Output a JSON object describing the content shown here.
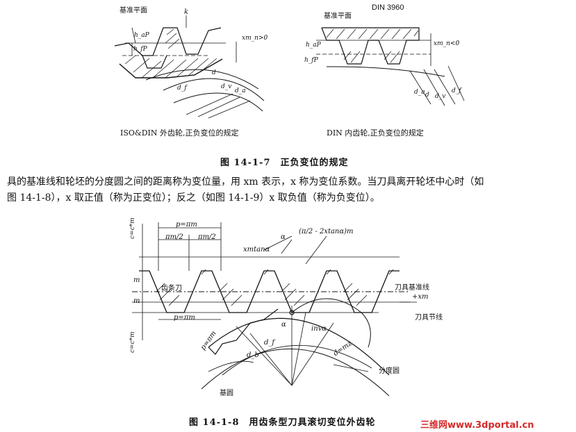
{
  "fig7": {
    "left": {
      "label_datum": "基准平面",
      "label_k": "k",
      "label_haP": "h_aP",
      "label_hfP": "h_fP",
      "label_xm": "xm_n>0",
      "label_d": "d",
      "label_df": "d_f",
      "label_dv": "d_v",
      "label_da": "d_a",
      "caption": "ISO&DIN 外齿轮,正负变位的规定"
    },
    "right": {
      "label_standard": "DIN 3960",
      "label_datum": "基准平面",
      "label_haP": "h_aP",
      "label_hfP": "h_fP",
      "label_xm": "xm_n<0",
      "label_da": "d_a",
      "label_d": "d",
      "label_dv": "d_v",
      "label_df": "d_f",
      "caption": "DIN 内齿轮,正负变位的规定"
    },
    "title": "图 14-1-7　正负变位的规定"
  },
  "paragraph": {
    "line1": "具的基准线和轮坯的分度圆之间的距离称为变位量，用 xm 表示，x 称为变位系数。当刀具离开轮坯中心时（如",
    "line2": "图 14-1-8），x 取正值（称为正变位）；反之（如图 14-1-9）x 取负值（称为负变位）。"
  },
  "fig8": {
    "label_p_top": "p=πm",
    "label_half_pitch_1": "πm/2",
    "label_half_pitch_2": "πm/2",
    "label_alpha_top": "α",
    "label_formula": "(π/2 - 2xtanα)m",
    "label_xmtan": "xmtanα",
    "label_c_top": "c=c*m",
    "label_m1": "m",
    "label_m2": "m",
    "label_c_bottom": "c=c*m",
    "label_rack": "齿条刀",
    "label_datum_line": "刀具基准线",
    "label_plus_xm": "+xm",
    "label_pitch_line": "刀具节线",
    "label_p_bottom": "p=πm",
    "label_p_arc": "p=πm",
    "label_alpha_mid": "α",
    "label_inv": "invα",
    "label_df": "d_f",
    "label_db": "d_b",
    "label_d": "d=mz",
    "label_ref_circle": "分度圆",
    "label_base_circle": "基圆",
    "title": "图 14-1-8　用齿条型刀具滚切变位外齿轮"
  },
  "watermark": "三维网www.3dportal.cn"
}
